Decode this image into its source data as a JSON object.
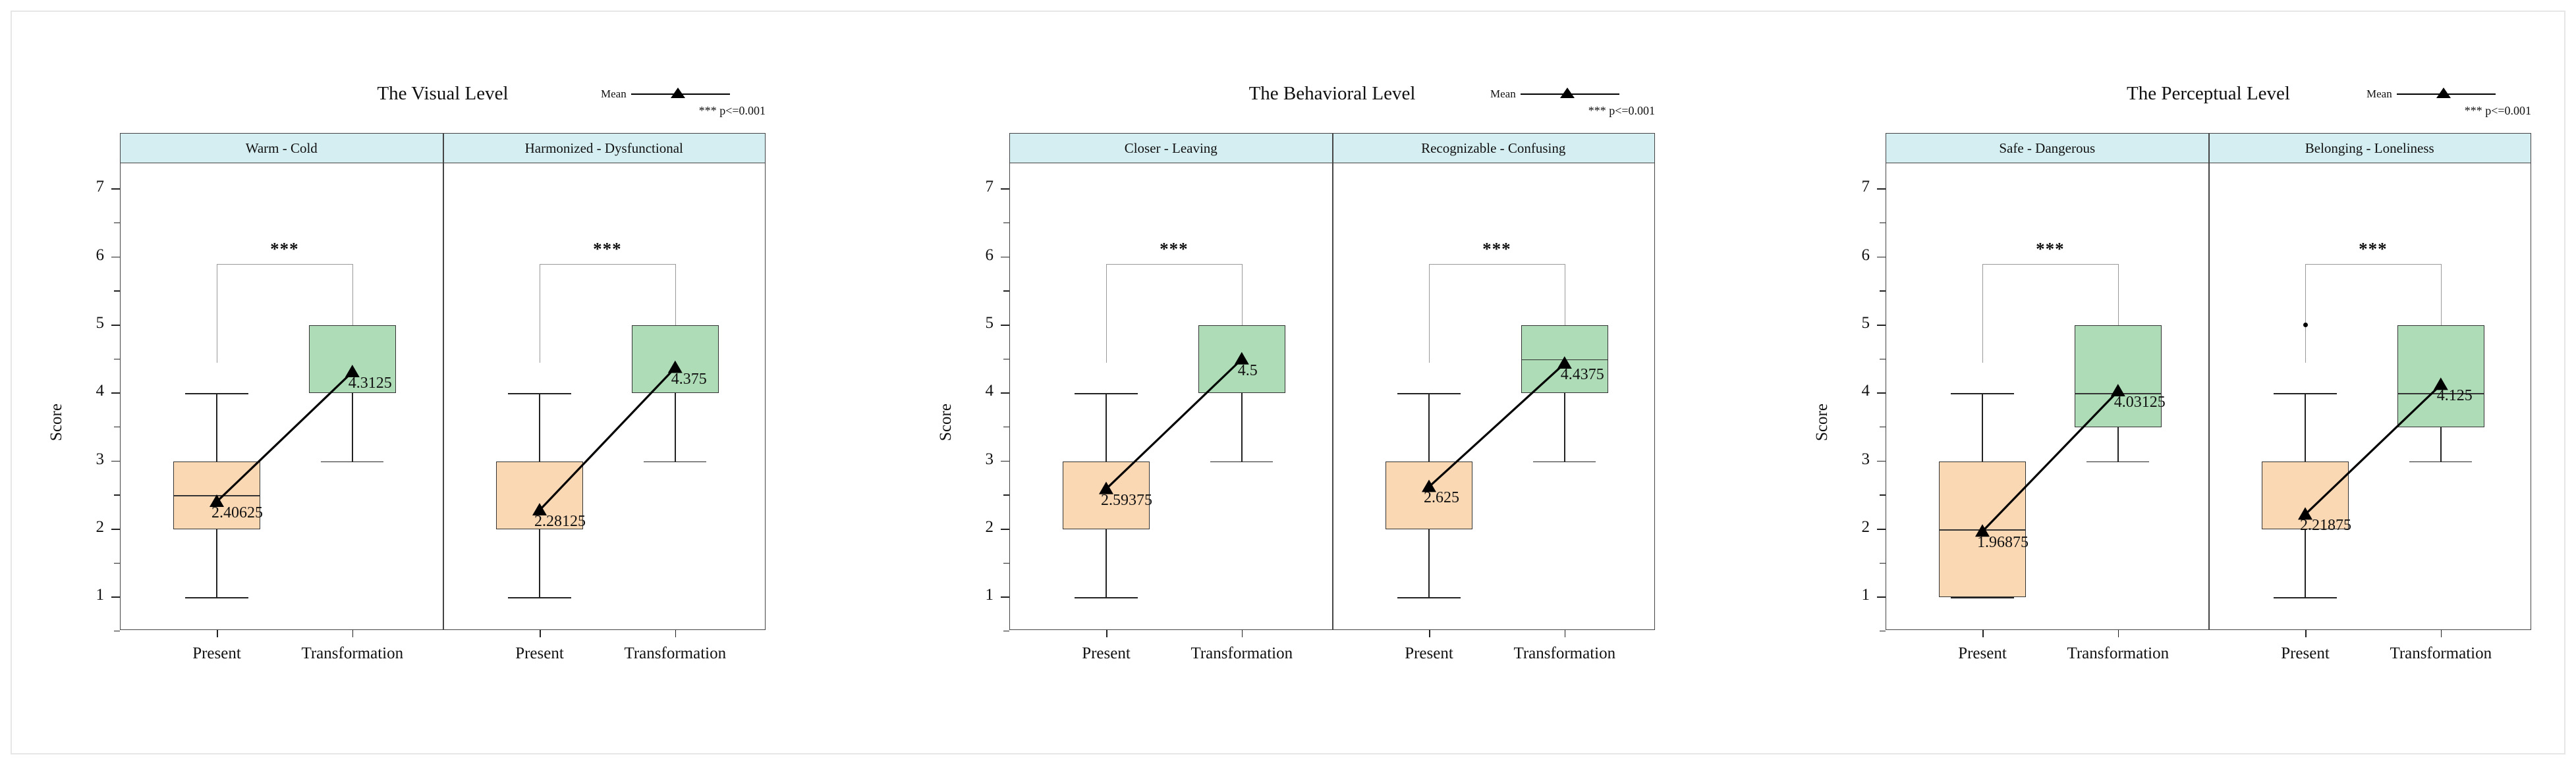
{
  "figure": {
    "y_axis_label": "Score",
    "y_ticks": [
      "7",
      "6",
      "5",
      "4",
      "3",
      "2",
      "1"
    ],
    "x_categories": [
      "Present",
      "Transformation"
    ],
    "legend": {
      "mean_label": "Mean",
      "p_label": "*** p<=0.001"
    },
    "significance_marker": "***",
    "colors": {
      "present_box": "#fbd8b4",
      "transformation_box": "#aedcb6",
      "header_band": "#d5eef2",
      "frame": "#444444",
      "mean_line": "#000000",
      "bracket": "#999999"
    }
  },
  "chart_data": {
    "type": "boxplot",
    "title": "Boxplots of Score by Present vs Transformation across three levels",
    "ylabel": "Score",
    "xlabel": "",
    "ylim": [
      0.5,
      7.4
    ],
    "ytick_values": [
      1,
      2,
      3,
      4,
      5,
      6,
      7
    ],
    "grid": false,
    "legend_position": "top-right",
    "panels": [
      {
        "title": "The Visual Level",
        "subpanels": [
          {
            "header": "Warm - Cold",
            "significance": "***",
            "groups": [
              {
                "name": "Present",
                "fill": "#fbd8b4",
                "min": 1,
                "q1": 2,
                "median": 2.5,
                "q3": 3,
                "max": 4,
                "mean": 2.40625,
                "mean_label": "2.40625",
                "outliers": []
              },
              {
                "name": "Transformation",
                "fill": "#aedcb6",
                "min": 3,
                "q1": 4,
                "median": 4,
                "q3": 5,
                "max": 5,
                "mean": 4.3125,
                "mean_label": "4.3125",
                "outliers": []
              }
            ]
          },
          {
            "header": "Harmonized - Dysfunctional",
            "significance": "***",
            "groups": [
              {
                "name": "Present",
                "fill": "#fbd8b4",
                "min": 1,
                "q1": 2,
                "median": 2,
                "q3": 3,
                "max": 4,
                "mean": 2.28125,
                "mean_label": "2.28125",
                "outliers": []
              },
              {
                "name": "Transformation",
                "fill": "#aedcb6",
                "min": 3,
                "q1": 4,
                "median": 5,
                "q3": 5,
                "max": 5,
                "mean": 4.375,
                "mean_label": "4.375",
                "outliers": []
              }
            ]
          }
        ]
      },
      {
        "title": "The Behavioral Level",
        "subpanels": [
          {
            "header": "Closer - Leaving",
            "significance": "***",
            "groups": [
              {
                "name": "Present",
                "fill": "#fbd8b4",
                "min": 1,
                "q1": 2,
                "median": 3,
                "q3": 3,
                "max": 4,
                "mean": 2.59375,
                "mean_label": "2.59375",
                "outliers": []
              },
              {
                "name": "Transformation",
                "fill": "#aedcb6",
                "min": 3,
                "q1": 4,
                "median": 5,
                "q3": 5,
                "max": 5,
                "mean": 4.5,
                "mean_label": "4.5",
                "outliers": []
              }
            ]
          },
          {
            "header": "Recognizable - Confusing",
            "significance": "***",
            "groups": [
              {
                "name": "Present",
                "fill": "#fbd8b4",
                "min": 1,
                "q1": 2,
                "median": 3,
                "q3": 3,
                "max": 4,
                "mean": 2.625,
                "mean_label": "2.625",
                "outliers": []
              },
              {
                "name": "Transformation",
                "fill": "#aedcb6",
                "min": 3,
                "q1": 4,
                "median": 4.5,
                "q3": 5,
                "max": 5,
                "mean": 4.4375,
                "mean_label": "4.4375",
                "outliers": []
              }
            ]
          }
        ]
      },
      {
        "title": "The Perceptual Level",
        "subpanels": [
          {
            "header": "Safe - Dangerous",
            "significance": "***",
            "groups": [
              {
                "name": "Present",
                "fill": "#fbd8b4",
                "min": 1,
                "q1": 1,
                "median": 2,
                "q3": 3,
                "max": 4,
                "mean": 1.96875,
                "mean_label": "1.96875",
                "outliers": []
              },
              {
                "name": "Transformation",
                "fill": "#aedcb6",
                "min": 3,
                "q1": 3.5,
                "median": 4,
                "q3": 5,
                "max": 5,
                "mean": 4.03125,
                "mean_label": "4.03125",
                "outliers": []
              }
            ]
          },
          {
            "header": "Belonging - Loneliness",
            "significance": "***",
            "groups": [
              {
                "name": "Present",
                "fill": "#fbd8b4",
                "min": 1,
                "q1": 2,
                "median": 3,
                "q3": 3,
                "max": 4,
                "mean": 2.21875,
                "mean_label": "2.21875",
                "outliers": [
                  5
                ]
              },
              {
                "name": "Transformation",
                "fill": "#aedcb6",
                "min": 3,
                "q1": 3.5,
                "median": 4,
                "q3": 5,
                "max": 5,
                "mean": 4.125,
                "mean_label": "4.125",
                "outliers": []
              }
            ]
          }
        ]
      }
    ]
  }
}
